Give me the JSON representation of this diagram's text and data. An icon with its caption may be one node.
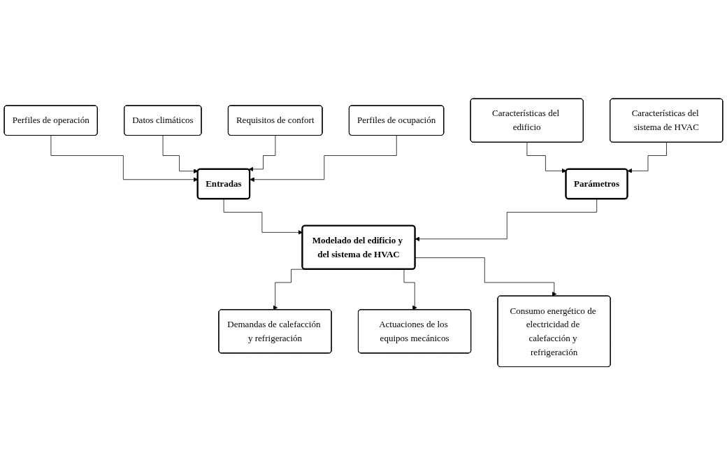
{
  "diagram": {
    "nodes": [
      {
        "text": [
          "Perfiles de operación"
        ]
      },
      {
        "text": [
          "Datos climáticos"
        ]
      },
      {
        "text": [
          "Requisitos de confort"
        ]
      },
      {
        "text": [
          "Perfiles de ocupación"
        ]
      },
      {
        "text": [
          "Entradas"
        ]
      },
      {
        "text": [
          "Parámetros"
        ]
      },
      {
        "text": [
          "Características del edificio"
        ]
      },
      {
        "text": [
          "Características del sistema de HVAC"
        ]
      },
      {
        "text": [
          "Modelado del edificio y del sistema de HVAC"
        ]
      },
      {
        "text": [
          "Demandas de calefacción y refrigeración"
        ]
      },
      {
        "text": [
          "Actuaciones de los equipos mecánicos"
        ]
      },
      {
        "text": [
          "Consumo energético de electricidad de calefacción y refrigeración"
        ]
      }
    ],
    "edges": [
      {
        "from": 0,
        "to": 4,
        "arrow": "to"
      },
      {
        "from": 1,
        "to": 4,
        "arrow": "to"
      },
      {
        "from": 2,
        "to": 4,
        "arrow": "to"
      },
      {
        "from": 3,
        "to": 4,
        "arrow": "to"
      },
      {
        "from": 6,
        "to": 5,
        "arrow": "to"
      },
      {
        "from": 7,
        "to": 5,
        "arrow": "to"
      },
      {
        "from": 4,
        "to": 8,
        "arrow": "to"
      },
      {
        "from": 5,
        "to": 8,
        "arrow": "to"
      },
      {
        "from": 8,
        "to": 9,
        "arrow": "to"
      },
      {
        "from": 8,
        "to": 10,
        "arrow": "to"
      },
      {
        "from": 8,
        "to": 11,
        "arrow": "to"
      }
    ]
  }
}
